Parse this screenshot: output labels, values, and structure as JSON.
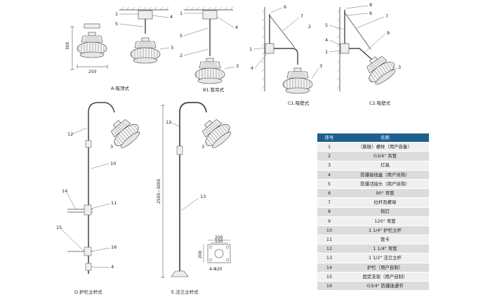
{
  "captions": {
    "a": "A.吸顶式",
    "b1": "B1.管吊式",
    "c1": "C1.吸壁式",
    "c2": "C2.吸壁式",
    "d": "D.护栏立杆式",
    "e": "E.法兰立杆式"
  },
  "dimensions": {
    "a_height": "300",
    "a_width": "250",
    "e_pole_height": "2500~3000",
    "flange_outer": "200",
    "flange_inner": "150",
    "flange_side": "200",
    "flange_holes": "4-Φ20"
  },
  "callouts": [
    "1",
    "2",
    "3",
    "4",
    "5",
    "6",
    "7",
    "8",
    "9",
    "10",
    "11",
    "12",
    "13",
    "14",
    "15",
    "16"
  ],
  "table": {
    "header_no": "序号",
    "header_name": "名称",
    "rows": [
      {
        "no": "1",
        "name": "（膨胀）螺栓（用户自备）"
      },
      {
        "no": "2",
        "name": "G3/4\" 吊管"
      },
      {
        "no": "3",
        "name": "灯具"
      },
      {
        "no": "4",
        "name": "防爆接线盒（用户另购）"
      },
      {
        "no": "5",
        "name": "防爆活接头（用户另购）"
      },
      {
        "no": "6",
        "name": "90° 弯管"
      },
      {
        "no": "7",
        "name": "拉杆及螺母"
      },
      {
        "no": "8",
        "name": "钩钉"
      },
      {
        "no": "9",
        "name": "120° 弯管"
      },
      {
        "no": "10",
        "name": "1 1/4\" 护栏立杆"
      },
      {
        "no": "11",
        "name": "管卡"
      },
      {
        "no": "12",
        "name": "1 1/4\" 弯管"
      },
      {
        "no": "13",
        "name": "1 1/2\" 法兰立杆"
      },
      {
        "no": "14",
        "name": "护栏（用户自制）"
      },
      {
        "no": "15",
        "name": "固定支架（用户自制）"
      },
      {
        "no": "16",
        "name": "G3/4\" 防爆连通节"
      }
    ]
  }
}
